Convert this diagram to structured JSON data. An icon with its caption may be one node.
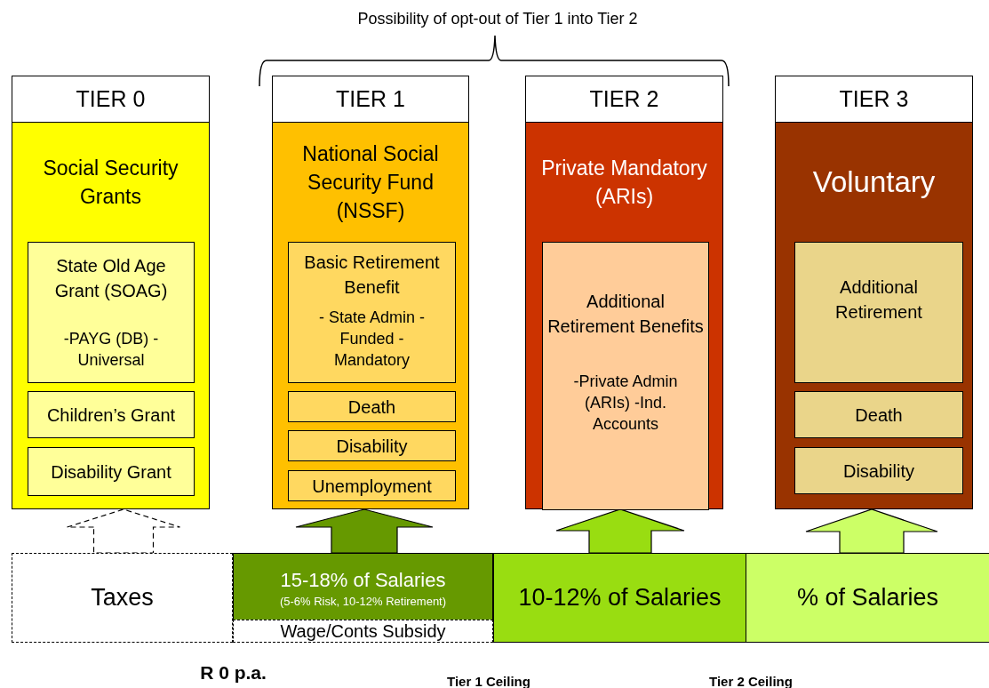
{
  "diagram": {
    "nodes": [
      {
        "text": [
          "TIER 0",
          "Social Security Grants"
        ]
      },
      {
        "text": [
          "State Old Age Grant (SOAG)",
          "-PAYG (DB) - Universal"
        ],
        "in": 0
      },
      {
        "text": [
          "Children’s Grant"
        ],
        "in": 0
      },
      {
        "text": [
          "Disability Grant"
        ],
        "in": 0
      },
      {
        "text": [
          "TIER 1",
          "National Social Security Fund (NSSF)"
        ]
      },
      {
        "text": [
          "Basic Retirement Benefit",
          "- State Admin -Funded -Mandatory"
        ],
        "in": 4
      },
      {
        "text": [
          "Death"
        ],
        "in": 4
      },
      {
        "text": [
          "Disability"
        ],
        "in": 4
      },
      {
        "text": [
          "Unemployment"
        ],
        "in": 4
      },
      {
        "text": [
          "TIER 2",
          "Private Mandatory (ARIs)"
        ]
      },
      {
        "text": [
          "Additional Retirement Benefits",
          "-Private Admin (ARIs) -Ind. Accounts"
        ],
        "in": 9
      },
      {
        "text": [
          "TIER 3",
          "Voluntary"
        ]
      },
      {
        "text": [
          "Additional Retirement"
        ],
        "in": 11
      },
      {
        "text": [
          "Death"
        ],
        "in": 11
      },
      {
        "text": [
          "Disability"
        ],
        "in": 11
      },
      {
        "text": [
          "Taxes"
        ]
      },
      {
        "text": [
          "15-18% of Salaries",
          "(5-6% Risk, 10-12% Retirement)"
        ]
      },
      {
        "text": [
          "Wage/Conts Subsidy"
        ]
      },
      {
        "text": [
          "10-12% of Salaries"
        ]
      },
      {
        "text": [
          "% of Salaries"
        ]
      }
    ],
    "edges": [
      {
        "from": 15,
        "to": 0,
        "arrow": "to",
        "style": "dashed"
      },
      {
        "from": 16,
        "to": 4,
        "arrow": "to",
        "color": "#669900"
      },
      {
        "from": 18,
        "to": 9,
        "arrow": "to",
        "color": "#99dd11"
      },
      {
        "from": 19,
        "to": 11,
        "arrow": "to",
        "color": "#ccff66"
      }
    ],
    "labels": [
      "Possibility of opt-out of Tier 1 into Tier 2",
      "R 0 p.a.",
      "Tier 1 Ceiling",
      "Tier 2 Ceiling"
    ]
  }
}
